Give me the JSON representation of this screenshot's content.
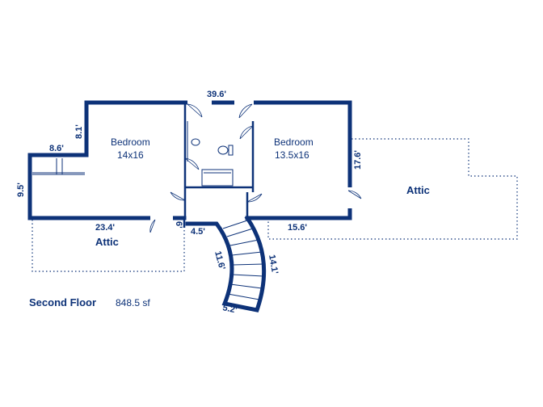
{
  "floor": {
    "title": "Second Floor",
    "area": "848.5 sf"
  },
  "rooms": {
    "bedroom_left": {
      "name": "Bedroom",
      "size": "14x16"
    },
    "bedroom_right": {
      "name": "Bedroom",
      "size": "13.5x16"
    },
    "attic_right": {
      "name": "Attic"
    },
    "attic_left": {
      "name": "Attic"
    }
  },
  "dimensions": {
    "top_width": "39.6'",
    "upper_left_step": "8.1'",
    "left_ledge": "8.6'",
    "left_height": "9.5'",
    "bottom_left": "23.4'",
    "small_step": "6'",
    "landing": "4.5'",
    "bottom_right": "15.6'",
    "right_height": "17.6'",
    "stair_inner": "11.6'",
    "stair_outer": "14.1'",
    "stair_width": "5.2'"
  },
  "colors": {
    "wall": "#0d3278",
    "background": "#ffffff"
  }
}
